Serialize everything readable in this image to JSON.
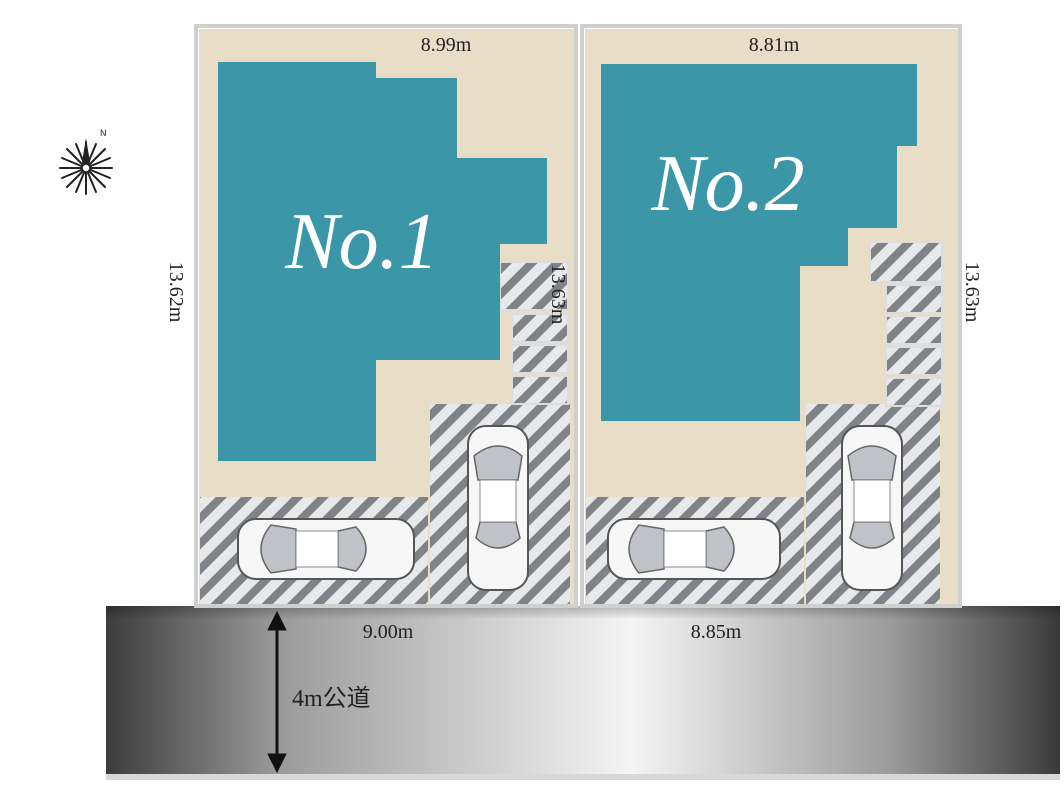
{
  "lots": [
    {
      "label": "No.1",
      "top_width": "8.99m",
      "left_depth": "13.62m",
      "right_depth": "13.63m",
      "frontage": "9.00m"
    },
    {
      "label": "No.2",
      "top_width": "8.81m",
      "right_depth": "13.63m",
      "frontage": "8.85m"
    }
  ],
  "road": {
    "label": "4m公道"
  },
  "colors": {
    "building": "#3b97a7",
    "land": "#e8ddc6",
    "road_dark": "#3c3c3c",
    "road_light": "#f4f4f4"
  },
  "icons": [
    "compass-icon",
    "car-icon",
    "road-width-arrow-icon"
  ]
}
